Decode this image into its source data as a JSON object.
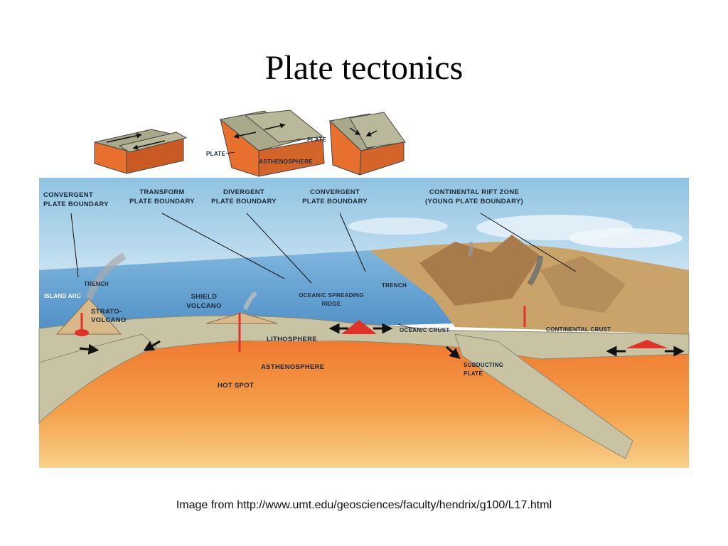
{
  "slide": {
    "title": "Plate tectonics",
    "caption": "Image from http://www.umt.edu/geosciences/faculty/hendrix/g100/L17.html"
  },
  "diagram": {
    "mini_blocks": {
      "plate_right": "PLATE",
      "plate_left": "PLATE",
      "asthenosphere": "ASTHENOSPHERE"
    },
    "callouts": {
      "convergent_1": [
        "CONVERGENT",
        "PLATE BOUNDARY"
      ],
      "transform": [
        "TRANSFORM",
        "PLATE BOUNDARY"
      ],
      "divergent": [
        "DIVERGENT",
        "PLATE BOUNDARY"
      ],
      "convergent_2": [
        "CONVERGENT",
        "PLATE BOUNDARY"
      ],
      "rift": [
        "CONTINENTAL RIFT ZONE",
        "(YOUNG PLATE BOUNDARY)"
      ]
    },
    "labels": {
      "trench_left": "TRENCH",
      "island_arc": "ISLAND ARC",
      "strato_volcano": [
        "STRATO-",
        "VOLCANO"
      ],
      "shield_volcano": [
        "SHIELD",
        "VOLCANO"
      ],
      "spreading_ridge": [
        "OCEANIC SPREADING",
        "RIDGE"
      ],
      "trench_right": "TRENCH",
      "oceanic_crust": "OCEANIC CRUST",
      "continental_crust": "CONTINENTAL CRUST",
      "lithosphere": "LITHOSPHERE",
      "asthenosphere": "ASTHENOSPHERE",
      "hot_spot": "HOT SPOT",
      "subducting_plate": [
        "SUBDUCTING",
        "PLATE"
      ]
    },
    "colors": {
      "sky": "#a9d3ea",
      "ocean": "#6aa9d6",
      "land": "#c9a36a",
      "lithosphere": "#c8c3a3",
      "asthenosphere": "#f08a3a",
      "mantle_light": "#f7c277",
      "magma": "#e0312b"
    }
  }
}
